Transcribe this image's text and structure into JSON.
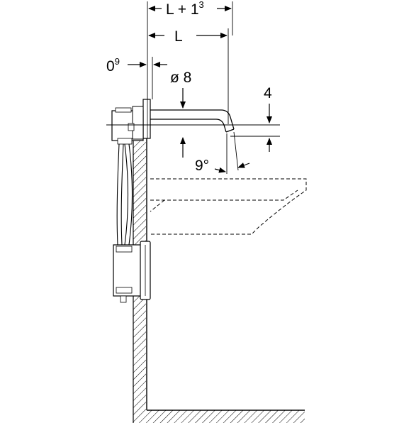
{
  "dimensions": {
    "overall_length": {
      "base": "L + 1",
      "sup": "3"
    },
    "spout_length": {
      "base": "L"
    },
    "wall_offset": {
      "base": "0",
      "sup": "9"
    },
    "pipe_diameter": {
      "base": "ø 8"
    },
    "spout_height": {
      "base": "4"
    },
    "spout_angle": {
      "base": "9°"
    }
  }
}
